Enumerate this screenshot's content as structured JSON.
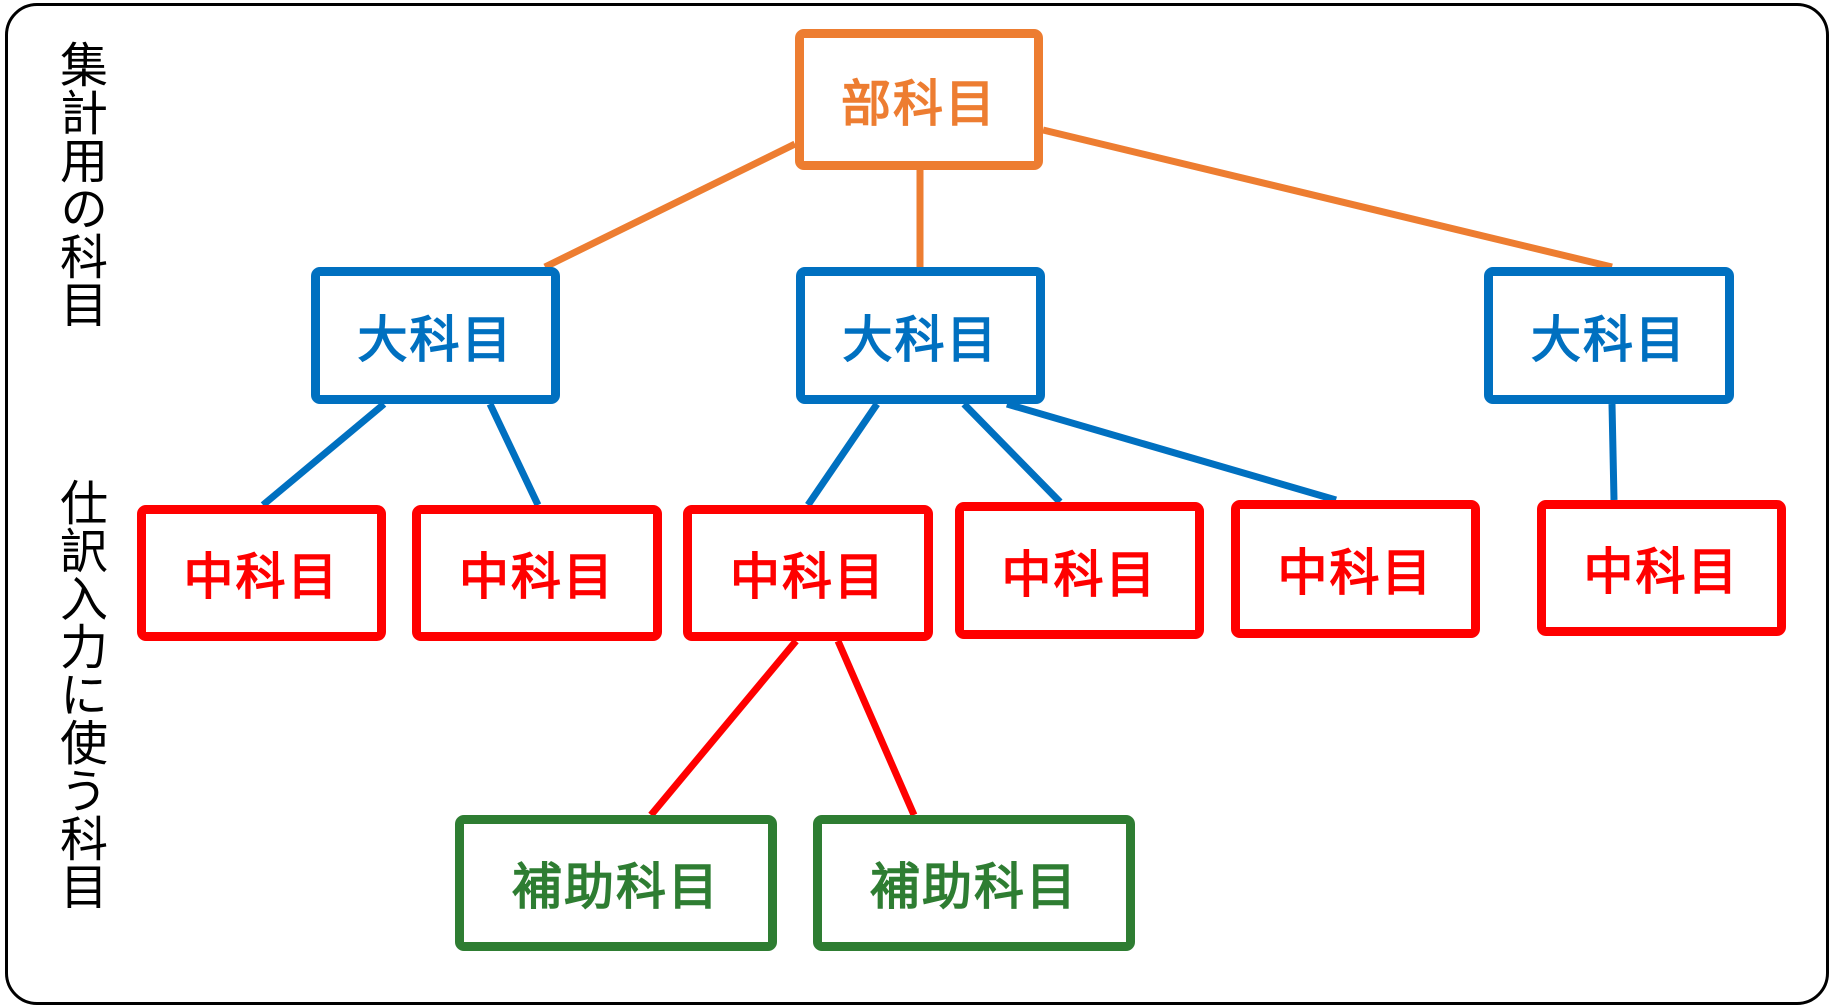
{
  "colors": {
    "dept": "#ED7D31",
    "major": "#0070C0",
    "mid": "#FF0000",
    "sub": "#2E7D32"
  },
  "side_labels": {
    "summary": "集計用の科目",
    "entry": "仕訳入力に使う科目"
  },
  "nodes": {
    "dept": "部科目",
    "major": [
      "大科目",
      "大科目",
      "大科目"
    ],
    "mid": [
      "中科目",
      "中科目",
      "中科目",
      "中科目",
      "中科目",
      "中科目"
    ],
    "sub": [
      "補助科目",
      "補助科目"
    ]
  }
}
